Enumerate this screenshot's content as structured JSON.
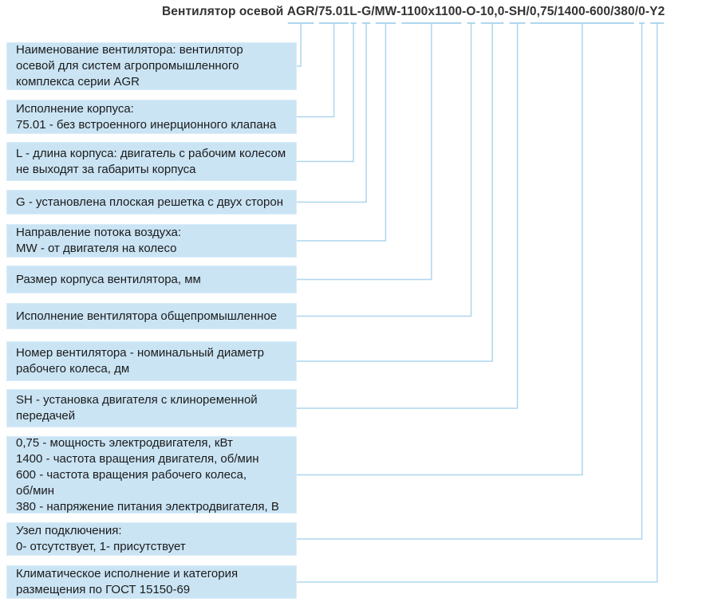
{
  "page": {
    "background": "#ffffff",
    "description_kind": "fan designation explanation diagram"
  },
  "colors": {
    "box_fill": "#cae4f4",
    "connector_line": "#aed6ee",
    "title_text": "#333333",
    "box_text": "#1b1b1b"
  },
  "title": {
    "prefix": "Вентилятор осевой ",
    "full_text": "Вентилятор осевой AGR/75.01L-G/MW-1100x1100-O-10,0-SH/0,75/1400-600/380/0-Y2",
    "tokens": [
      {
        "text": "AGR",
        "seg": true
      },
      {
        "text": "/",
        "seg": false
      },
      {
        "text": "75.01",
        "seg": true
      },
      {
        "text": "L",
        "seg": true
      },
      {
        "text": "-",
        "seg": false
      },
      {
        "text": "G",
        "seg": true
      },
      {
        "text": "/",
        "seg": false
      },
      {
        "text": "MW",
        "seg": true
      },
      {
        "text": "-",
        "seg": false
      },
      {
        "text": "1100x1100",
        "seg": true
      },
      {
        "text": "-",
        "seg": false
      },
      {
        "text": "O",
        "seg": true
      },
      {
        "text": "-",
        "seg": false
      },
      {
        "text": "10,0",
        "seg": true
      },
      {
        "text": "-",
        "seg": false
      },
      {
        "text": "SH",
        "seg": true
      },
      {
        "text": "/",
        "seg": false
      },
      {
        "text": "0,75/1400-600/380",
        "seg": true
      },
      {
        "text": "/",
        "seg": false
      },
      {
        "text": "0",
        "seg": true
      },
      {
        "text": "-",
        "seg": false
      },
      {
        "text": "Y2",
        "seg": true
      }
    ]
  },
  "items": [
    {
      "name": "fan-name",
      "token": "AGR",
      "lines": [
        "Наименование вентилятора: вентилятор",
        "осевой для систем агропромышленного",
        "комплекса серии AGR"
      ]
    },
    {
      "name": "housing-version",
      "token": "75.01",
      "lines": [
        "Исполнение корпуса:",
        "75.01 - без встроенного инерционного клапана"
      ]
    },
    {
      "name": "housing-length",
      "token": "L",
      "lines": [
        "L - длина корпуса: двигатель с рабочим колесом",
        "не выходят за габариты корпуса"
      ]
    },
    {
      "name": "flat-grille",
      "token": "G",
      "lines": [
        "G - установлена плоская решетка с двух сторон"
      ]
    },
    {
      "name": "airflow-direction",
      "token": "MW",
      "lines": [
        "Направление потока воздуха:",
        "MW - от двигателя на колесо"
      ]
    },
    {
      "name": "housing-size",
      "token": "1100x1100",
      "lines": [
        "Размер корпуса вентилятора, мм"
      ]
    },
    {
      "name": "general-industrial-version",
      "token": "O",
      "lines": [
        "Исполнение вентилятора общепромышленное"
      ]
    },
    {
      "name": "fan-number",
      "token": "10,0",
      "lines": [
        "Номер вентилятора - номинальный диаметр",
        "рабочего колеса, дм"
      ]
    },
    {
      "name": "motor-mounting",
      "token": "SH",
      "lines": [
        "SH - установка двигателя с клиноременной",
        "передачей"
      ]
    },
    {
      "name": "motor-parameters",
      "token": "0,75/1400-600/380",
      "lines": [
        "0,75 - мощность электродвигателя, кВт",
        "1400 - частота вращения двигателя, об/мин",
        "600 - частота вращения рабочего колеса,",
        "об/мин",
        "380 - напряжение питания электродвигателя, В"
      ]
    },
    {
      "name": "connection-unit",
      "token": "0",
      "lines": [
        "Узел подключения:",
        "0- отсутствует, 1- присутствует"
      ]
    },
    {
      "name": "climatic-category",
      "token": "Y2",
      "lines": [
        "Климатическое исполнение и категория",
        "размещения по ГОСТ 15150-69"
      ]
    }
  ]
}
